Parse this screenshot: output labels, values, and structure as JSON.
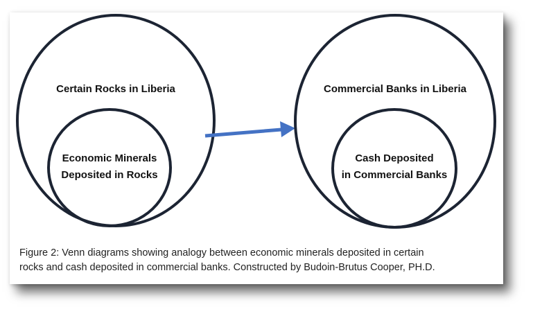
{
  "diagram": {
    "left_set": {
      "outer_label": "Certain Rocks in Liberia",
      "inner_label_line1": "Economic Minerals",
      "inner_label_line2": "Deposited in Rocks"
    },
    "right_set": {
      "outer_label": "Commercial Banks in Liberia",
      "inner_label_line1": "Cash Deposited",
      "inner_label_line2": "in Commercial Banks"
    },
    "arrow_color": "#4472c4",
    "circle_color": "#1c2433"
  },
  "caption": {
    "line1": "Figure 2: Venn diagrams showing analogy between economic minerals deposited in certain",
    "line2": "rocks and cash deposited in commercial banks. Constructed by Budoin-Brutus Cooper, PH.D."
  }
}
